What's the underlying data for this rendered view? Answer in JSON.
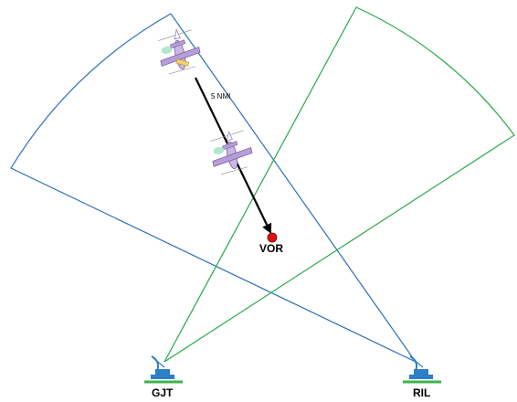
{
  "labels": {
    "distance": "5 NMI",
    "vor": "VOR",
    "radar_left": "GJT",
    "radar_right": "RIL"
  },
  "colors": {
    "left_coverage": "#2e6fb5",
    "right_coverage": "#2aa84a",
    "vor_fill": "#e01010",
    "track": "#000000",
    "antenna": "#2b7fc4",
    "ground": "#3cb34a"
  },
  "icons": [
    "aircraft-icon",
    "radar-antenna-icon",
    "vor-beacon-icon"
  ]
}
